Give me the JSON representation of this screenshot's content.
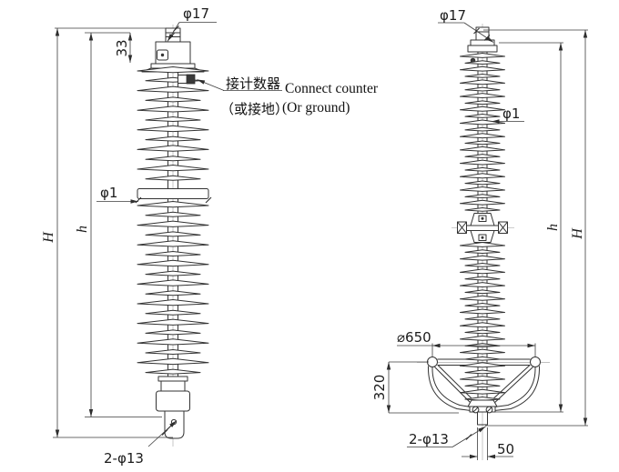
{
  "drawing": {
    "background": "#ffffff",
    "line_color": "#333333",
    "views": {
      "left": {
        "labels": {
          "top_stud_diameter": "φ17",
          "stud_height": "33",
          "middle_flange_diameter": "φ1",
          "height_partial": "h",
          "height_total": "H",
          "bottom_holes": "2-φ13"
        },
        "callout": {
          "zh_line1": "接计数器",
          "zh_line2": "（或接地）",
          "en_line1": "Connect counter",
          "en_line2": "(Or ground)"
        }
      },
      "right": {
        "labels": {
          "top_stud_diameter": "φ17",
          "shed_diameter": "φ1",
          "height_partial": "h",
          "height_total": "H",
          "grading_ring_diameter": "⌀650",
          "grading_ring_height": "320",
          "bottom_holes": "2-φ13",
          "stem_width": "50"
        }
      }
    }
  }
}
